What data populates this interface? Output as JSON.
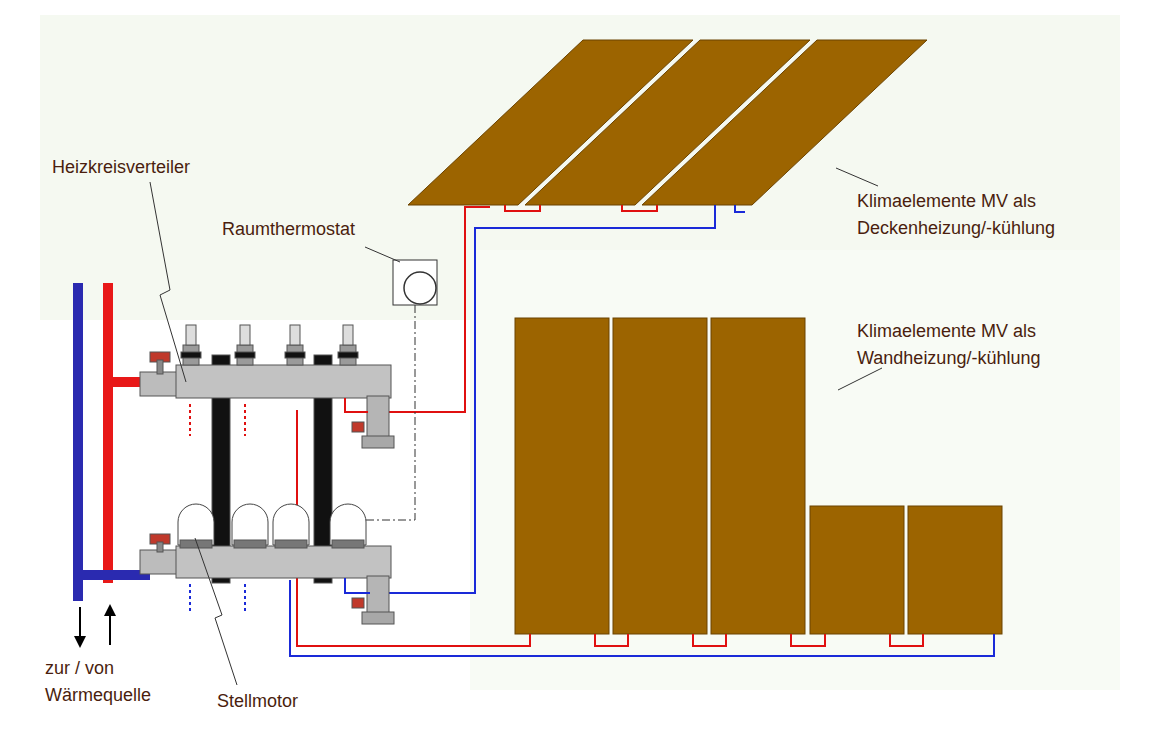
{
  "diagram": {
    "labels": [
      "Heizkreisverteiler",
      "Raumthermostat",
      "Klimaelemente MV als Deckenheizung/-kühlung",
      "Klimaelemente MV als Wandheizung/-kühlung",
      "zur / von Wärmequelle",
      "Stellmotor"
    ]
  }
}
